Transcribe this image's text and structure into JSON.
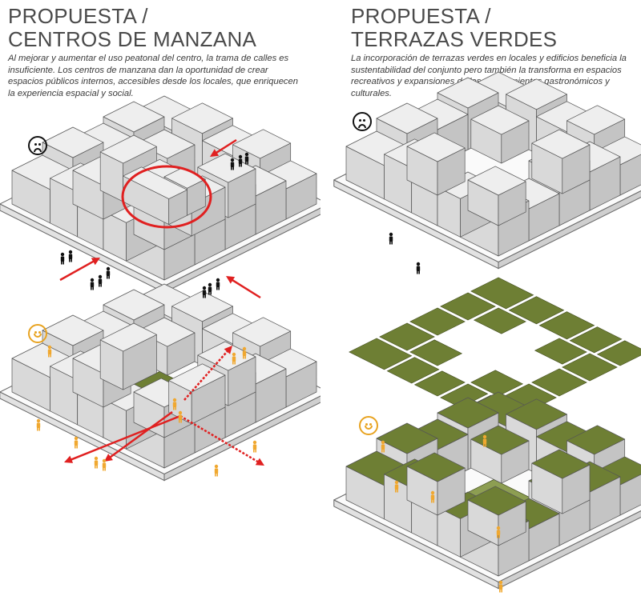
{
  "left": {
    "title_line1": "PROPUESTA /",
    "title_line2": "CENTROS DE MANZANA",
    "description": "Al mejorar y aumentar el uso peatonal del centro, la trama de calles es insuficiente. Los centros de manzana dan la oportunidad de crear espacios públicos internos, accesibles desde los locales, que enriquecen la experiencia espacial y social.",
    "emoji_top": "sad-face-icon",
    "emoji_bottom": "happy-face-icon"
  },
  "right": {
    "title_line1": "PROPUESTA /",
    "title_line2": "TERRAZAS VERDES",
    "description": "La incorporación de terrazas verdes en locales y edificios beneficia la sustentabilidad del conjunto pero también la transforma en espacios recreativos y expansiones de los equipamientos gastronómicos y culturales.",
    "emoji_top": "sad-face-icon",
    "emoji_bottom": "happy-face-icon"
  },
  "colors": {
    "building_top": "#eeeeee",
    "building_left": "#d9d9d9",
    "building_right": "#c4c4c4",
    "green_roof": "#6e7f34",
    "arrow_red": "#e02020",
    "person_orange": "#f0a830",
    "person_black": "#111111"
  }
}
